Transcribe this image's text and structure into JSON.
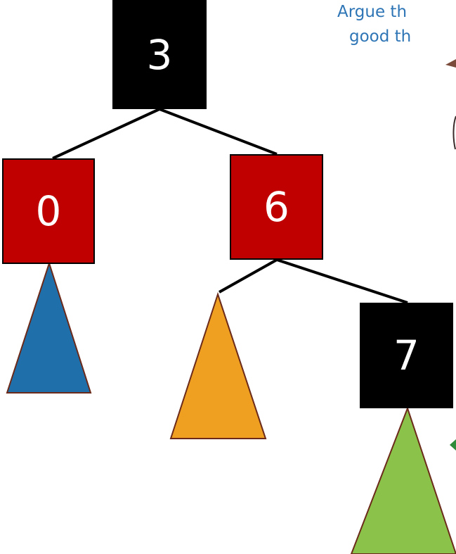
{
  "caption": {
    "line1": "Argue th",
    "line2": "good th"
  },
  "nodes": {
    "root": {
      "key": "3",
      "color": "#000000"
    },
    "left": {
      "key": "0",
      "color": "#c00000"
    },
    "right": {
      "key": "6",
      "color": "#c00000"
    },
    "right_right": {
      "key": "7",
      "color": "#000000"
    }
  },
  "subtrees": {
    "blue": "#1f6faa",
    "orange": "#f0a020",
    "green": "#8bc34a"
  }
}
